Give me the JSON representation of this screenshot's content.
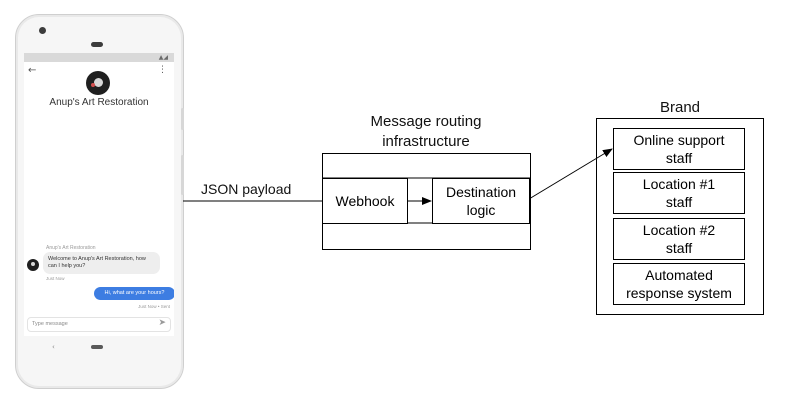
{
  "phone": {
    "brand_name": "Anup's Art Restoration",
    "sender_label": "Anup's Art Restoration",
    "incoming_message": "Welcome to Anup's Art Restoration, how can I help you?",
    "incoming_time": "Just Now",
    "outgoing_message": "Hi, what are your hours?",
    "outgoing_time": "Just Now • Sent",
    "input_placeholder": "Type message",
    "icons": [
      "back-arrow-icon",
      "more-vert-icon",
      "send-icon",
      "avatar-icon"
    ],
    "accent_color": "#3d7de2"
  },
  "diagram": {
    "edge_label": "JSON payload",
    "routing_title_line1": "Message routing",
    "routing_title_line2": "infrastructure",
    "webhook": "Webhook",
    "destination_line1": "Destination",
    "destination_line2": "logic",
    "brand_title": "Brand",
    "destinations": [
      {
        "line1": "Online support",
        "line2": "staff"
      },
      {
        "line1": "Location #1",
        "line2": "staff"
      },
      {
        "line1": "Location #2",
        "line2": "staff"
      },
      {
        "line1": "Automated",
        "line2": "response system"
      }
    ]
  }
}
